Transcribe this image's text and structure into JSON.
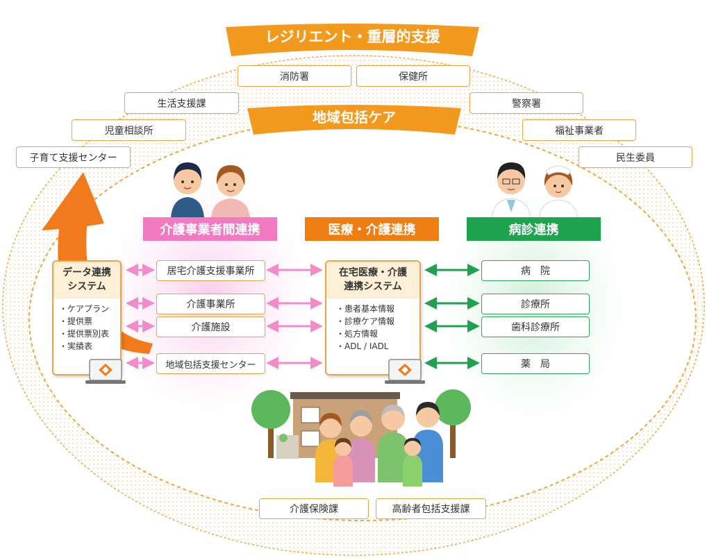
{
  "banners": {
    "resilient": "レジリエント・重層的支援",
    "community": "地域包括ケア"
  },
  "outer_agencies": [
    "消防署",
    "保健所",
    "生活支援課",
    "警察署",
    "児童相談所",
    "福祉事業者",
    "子育て支援センター",
    "民生委員"
  ],
  "categories": {
    "kaigo": "介護事業者間連携",
    "iryo": "医療・介護連携",
    "byoshin": "病診連携"
  },
  "data_system": {
    "title_line1": "データ連携",
    "title_line2": "システム",
    "items": [
      "ケアプラン",
      "提供票",
      "提供票別表",
      "実績表"
    ]
  },
  "care_services": [
    "居宅介護支援事業所",
    "介護事業所",
    "介護施設",
    "地域包括支援センター"
  ],
  "home_system": {
    "title_line1": "在宅医療・介護",
    "title_line2": "連携システム",
    "items": [
      "患者基本情報",
      "診療ケア情報",
      "処方情報",
      "ADL / IADL"
    ]
  },
  "medical": [
    "病　院",
    "診療所",
    "歯科診療所",
    "薬　局"
  ],
  "bottom_agencies": [
    "介護保険課",
    "高齢者包括支援課"
  ],
  "colors": {
    "orange": "#f39a1e",
    "pink": "#f17ac0",
    "dark_orange": "#ee7d12",
    "green": "#1ea34f",
    "arrow_pink": "#f28cc8",
    "arrow_green": "#21a051",
    "big_arrow": "#f07a1c"
  }
}
